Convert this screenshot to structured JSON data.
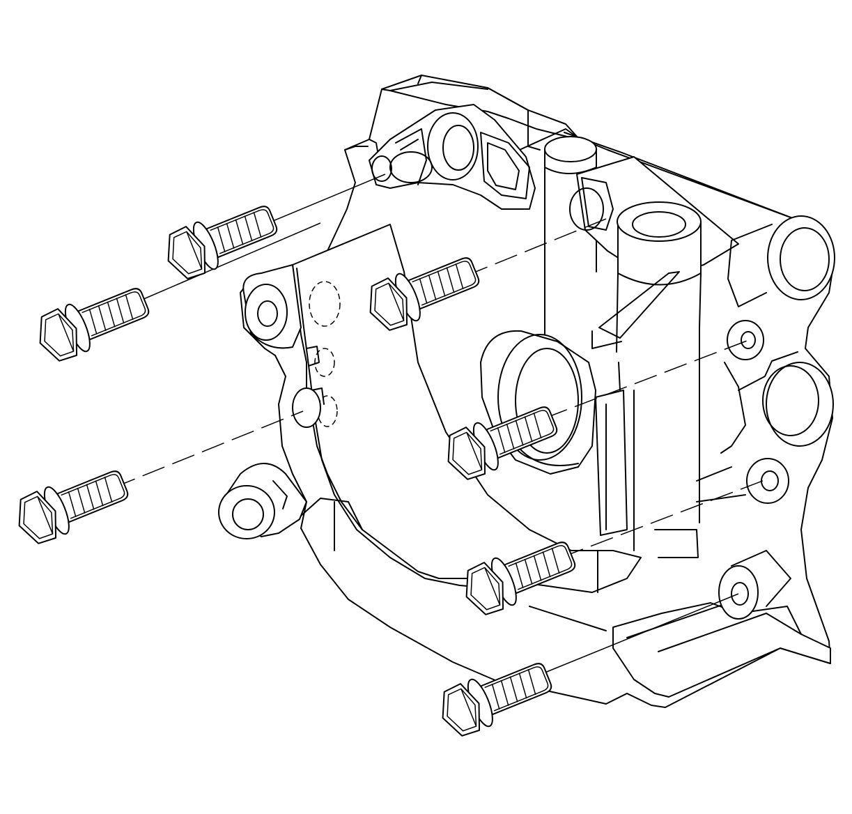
{
  "diagram": {
    "description_text": "",
    "colors": {
      "line": "#000000",
      "background": "#ffffff"
    },
    "components": [
      {
        "id": "housing",
        "icon": "engine-front-cover-housing"
      },
      {
        "id": "bolt-1",
        "icon": "flange-bolt-icon"
      },
      {
        "id": "bolt-2",
        "icon": "flange-bolt-icon"
      },
      {
        "id": "bolt-3",
        "icon": "flange-bolt-icon"
      },
      {
        "id": "bolt-4",
        "icon": "flange-bolt-icon"
      },
      {
        "id": "bolt-5",
        "icon": "flange-bolt-icon"
      },
      {
        "id": "bolt-6",
        "icon": "flange-bolt-icon"
      },
      {
        "id": "bolt-7",
        "icon": "flange-bolt-icon"
      }
    ]
  }
}
